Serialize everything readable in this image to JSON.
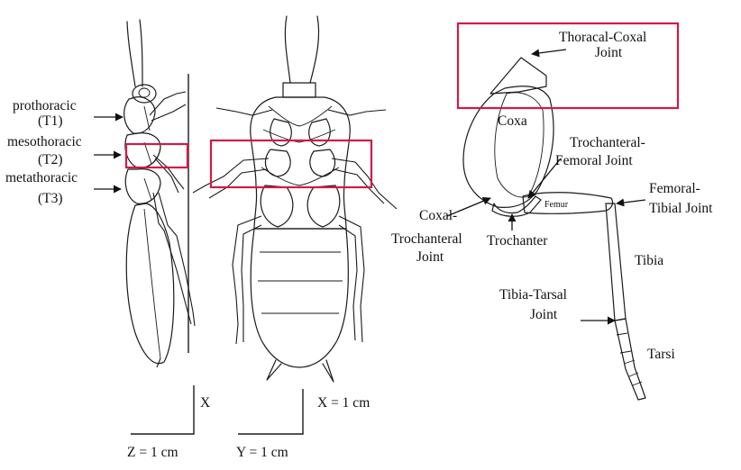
{
  "colors": {
    "highlight": "#d11a47",
    "ink": "#1a1a1a"
  },
  "lateral_view": {
    "labels": {
      "t1_name": "prothoracic",
      "t1_code": "(T1)",
      "t2_name": "mesothoracic",
      "t2_code": "(T2)",
      "t3_name": "metathoracic",
      "t3_code": "(T3)"
    },
    "scale_z": "Z = 1 cm",
    "scale_x": "X"
  },
  "ventral_view": {
    "scale_y": "Y = 1 cm",
    "scale_x": "X = 1 cm"
  },
  "leg_detail": {
    "thoracal_coxal_joint": [
      "Thoracal-Coxal",
      "Joint"
    ],
    "coxa": "Coxa",
    "trochanteral_femoral_joint": [
      "Trochanteral-",
      "Femoral Joint"
    ],
    "femoral_tibial_joint": [
      "Femoral-",
      "Tibial Joint"
    ],
    "femur": "Femur",
    "coxal_trochanteral_joint": [
      "Coxal-",
      "Trochanteral",
      "Joint"
    ],
    "trochanter": "Trochanter",
    "tibia": "Tibia",
    "tibia_tarsal_joint": [
      "Tibia-Tarsal",
      "Joint"
    ],
    "tarsi": "Tarsi"
  }
}
